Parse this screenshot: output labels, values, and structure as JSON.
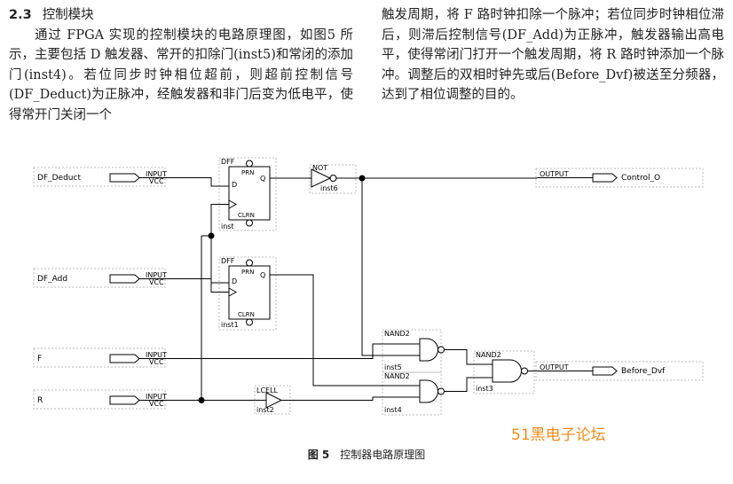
{
  "section": {
    "number": "2.3",
    "title": "控制模块"
  },
  "text_left": "通过 FPGA 实现的控制模块的电路原理图，如图5 所示，主要包括 D 触发器、常开的扣除门(inst5)和常闭的添加门(inst4)。若位同步时钟相位超前，则超前控制信号(DF_Deduct)为正脉冲，经触发器和非门后变为低电平，使得常开门关闭一个",
  "text_right": "触发周期，将 F 路时钟扣除一个脉冲；若位同步时钟相位滞后，则滞后控制信号(DF_Add)为正脉冲，触发器输出高电平，使得常闭门打开一个触发周期，将 R 路时钟添加一个脉冲。调整后的双相时钟先或后(Before_Dvf)被送至分频器，达到了相位调整的目的。",
  "schematic": {
    "inputs": [
      {
        "name": "DF_Deduct",
        "type": "INPUT",
        "vcc": "VCC"
      },
      {
        "name": "DF_Add",
        "type": "INPUT",
        "vcc": "VCC"
      },
      {
        "name": "F",
        "type": "INPUT",
        "vcc": "VCC"
      },
      {
        "name": "R",
        "type": "INPUT",
        "vcc": "VCC"
      }
    ],
    "outputs": [
      {
        "name": "Control_O",
        "type": "OUTPUT"
      },
      {
        "name": "Before_Dvf",
        "type": "OUTPUT"
      }
    ],
    "dff1": {
      "type": "DFF",
      "prn": "PRN",
      "d": "D",
      "q": "Q",
      "clrn": "CLRN",
      "inst": "inst"
    },
    "dff2": {
      "type": "DFF",
      "prn": "PRN",
      "d": "D",
      "q": "Q",
      "clrn": "CLRN",
      "inst": "inst1"
    },
    "not_gate": {
      "type": "NOT",
      "inst": "inst6"
    },
    "lcell": {
      "type": "LCELL",
      "inst": "inst2"
    },
    "nand_a": {
      "type": "NAND2",
      "inst": "inst5"
    },
    "nand_b": {
      "type": "NAND2",
      "inst": "inst4"
    },
    "nand_c": {
      "type": "NAND2",
      "inst": "inst3"
    }
  },
  "caption": {
    "number": "图 5",
    "text": "控制器电路原理图"
  },
  "watermark": "51黑电子论坛"
}
